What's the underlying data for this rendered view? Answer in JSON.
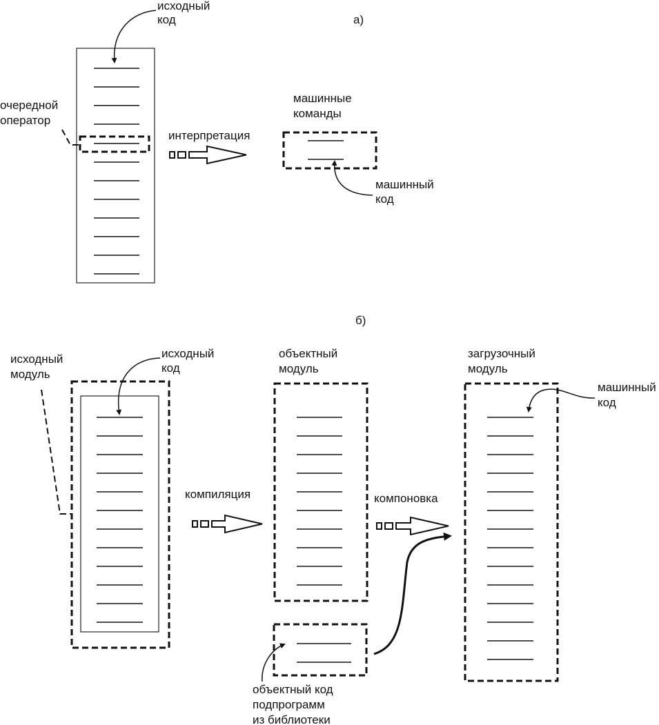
{
  "part_a": {
    "marker": "а)",
    "source_code_label": [
      "исходный",
      "код"
    ],
    "current_statement_label": [
      "очередной",
      "оператор"
    ],
    "interpretation_label": "интерпретация",
    "machine_commands_label": [
      "машинные",
      "команды"
    ],
    "machine_code_label": [
      "машинный",
      "код"
    ]
  },
  "part_b": {
    "marker": "б)",
    "source_module_label": [
      "исходный",
      "модуль"
    ],
    "source_code_label": [
      "исходный",
      "код"
    ],
    "compilation_label": "компиляция",
    "object_module_label": [
      "объектный",
      "модуль"
    ],
    "linking_label": "компоновка",
    "load_module_label": [
      "загрузочный",
      "модуль"
    ],
    "machine_code_label": [
      "машинный",
      "код"
    ],
    "library_label": [
      "объектный код",
      "подпрограмм",
      "из библиотеки"
    ]
  }
}
